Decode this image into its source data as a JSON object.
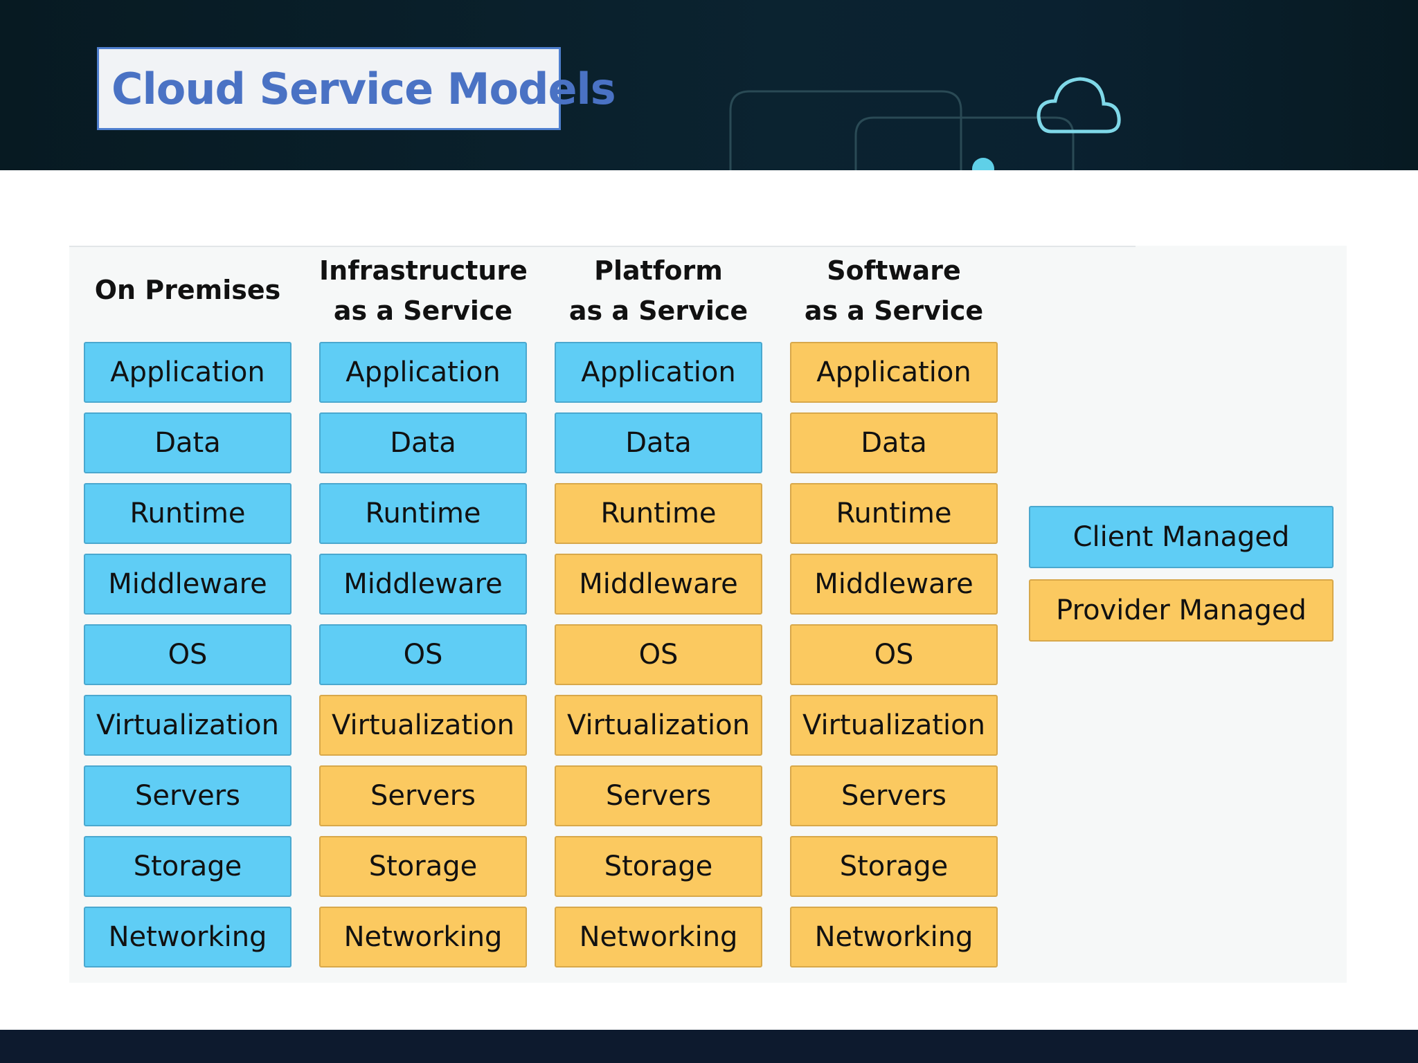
{
  "slide": {
    "title": "Cloud Service Models"
  },
  "colors": {
    "client": "#5fcdf5",
    "provider": "#fbc960",
    "title": "#4a72c4",
    "cloud_icon": "#7fd8e8"
  },
  "columns": [
    {
      "heading": [
        "On Premises"
      ],
      "managed": [
        "client",
        "client",
        "client",
        "client",
        "client",
        "client",
        "client",
        "client",
        "client"
      ]
    },
    {
      "heading": [
        "Infrastructure",
        "as a Service"
      ],
      "managed": [
        "client",
        "client",
        "client",
        "client",
        "client",
        "provider",
        "provider",
        "provider",
        "provider"
      ]
    },
    {
      "heading": [
        "Platform",
        "as a Service"
      ],
      "managed": [
        "client",
        "client",
        "provider",
        "provider",
        "provider",
        "provider",
        "provider",
        "provider",
        "provider"
      ]
    },
    {
      "heading": [
        "Software",
        "as a Service"
      ],
      "managed": [
        "provider",
        "provider",
        "provider",
        "provider",
        "provider",
        "provider",
        "provider",
        "provider",
        "provider"
      ]
    }
  ],
  "layers": [
    "Application",
    "Data",
    "Runtime",
    "Middleware",
    "OS",
    "Virtualization",
    "Servers",
    "Storage",
    "Networking"
  ],
  "legend": {
    "client": "Client Managed",
    "provider": "Provider Managed"
  },
  "icons": {
    "header": "cloud-icon"
  }
}
